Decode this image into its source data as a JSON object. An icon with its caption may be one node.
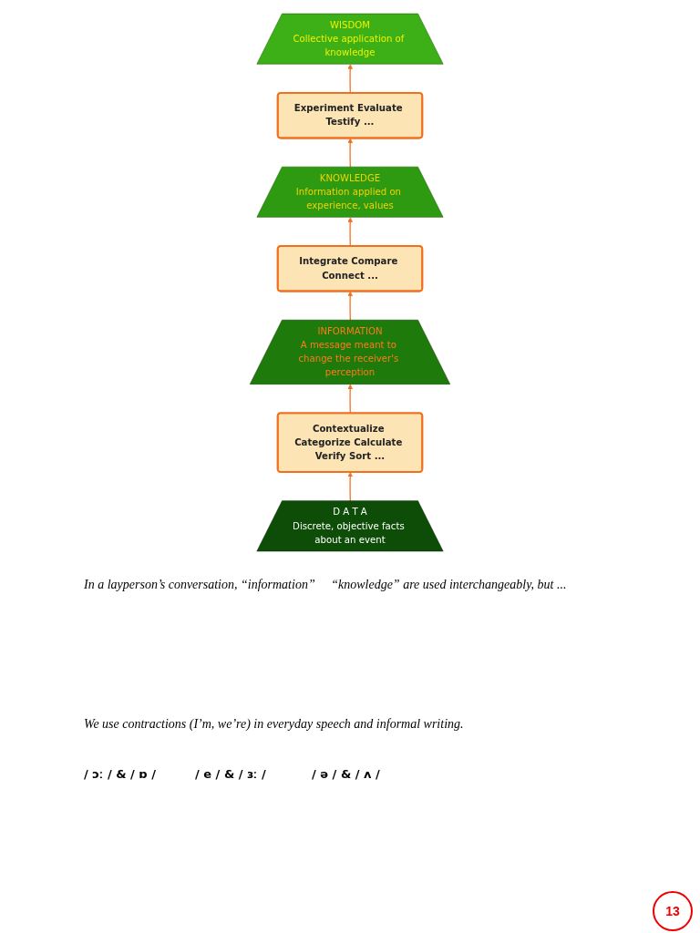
{
  "diagram": {
    "nodes": [
      {
        "text": [
          "Experiment Evaluate Testify ..."
        ]
      },
      {
        "text": [
          "WISDOM",
          "Collective application of knowledge"
        ]
      },
      {
        "text": [
          "Integrate Compare Connect ..."
        ]
      },
      {
        "text": [
          "KNOWLEDGE",
          "Information applied on experience, values"
        ]
      },
      {
        "text": [
          "INFORMATION",
          "A message meant to change the receiver's perception"
        ]
      },
      {
        "text": [
          "Contextualize Categorize Calculate Verify Sort ..."
        ]
      },
      {
        "text": [
          "D A T A",
          "Discrete, objective facts about an event"
        ]
      }
    ],
    "edges": [
      {
        "from": 0,
        "to": 1,
        "arrow": "to"
      },
      {
        "from": 3,
        "to": 0,
        "arrow": "to"
      },
      {
        "from": 2,
        "to": 3,
        "arrow": "to"
      },
      {
        "from": 4,
        "to": 2,
        "arrow": "to"
      },
      {
        "from": 5,
        "to": 4,
        "arrow": "to"
      },
      {
        "from": 6,
        "to": 5,
        "arrow": "to"
      }
    ],
    "labels": [
      "In a layperson’s conversation, “information”     “knowledge” are used interchangeably, but ...",
      "We use contractions (I’m, we’re) in everyday speech and informal writing.",
      "/ ɔː / & / ɒ /",
      "/ e / & / ɜː /",
      "/ ə / & / ʌ /",
      "13"
    ]
  }
}
